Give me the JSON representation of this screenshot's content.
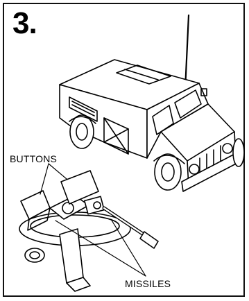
{
  "panel": {
    "step_number": "3."
  },
  "callouts": {
    "buttons": "BUTTONS",
    "missiles": "MISSILES"
  },
  "illustration": {
    "vehicle": "armored-truck-illustration",
    "launcher": "missile-launcher-illustration",
    "missile": "missile-illustration"
  },
  "colors": {
    "ink": "#000000",
    "paper": "#ffffff"
  }
}
